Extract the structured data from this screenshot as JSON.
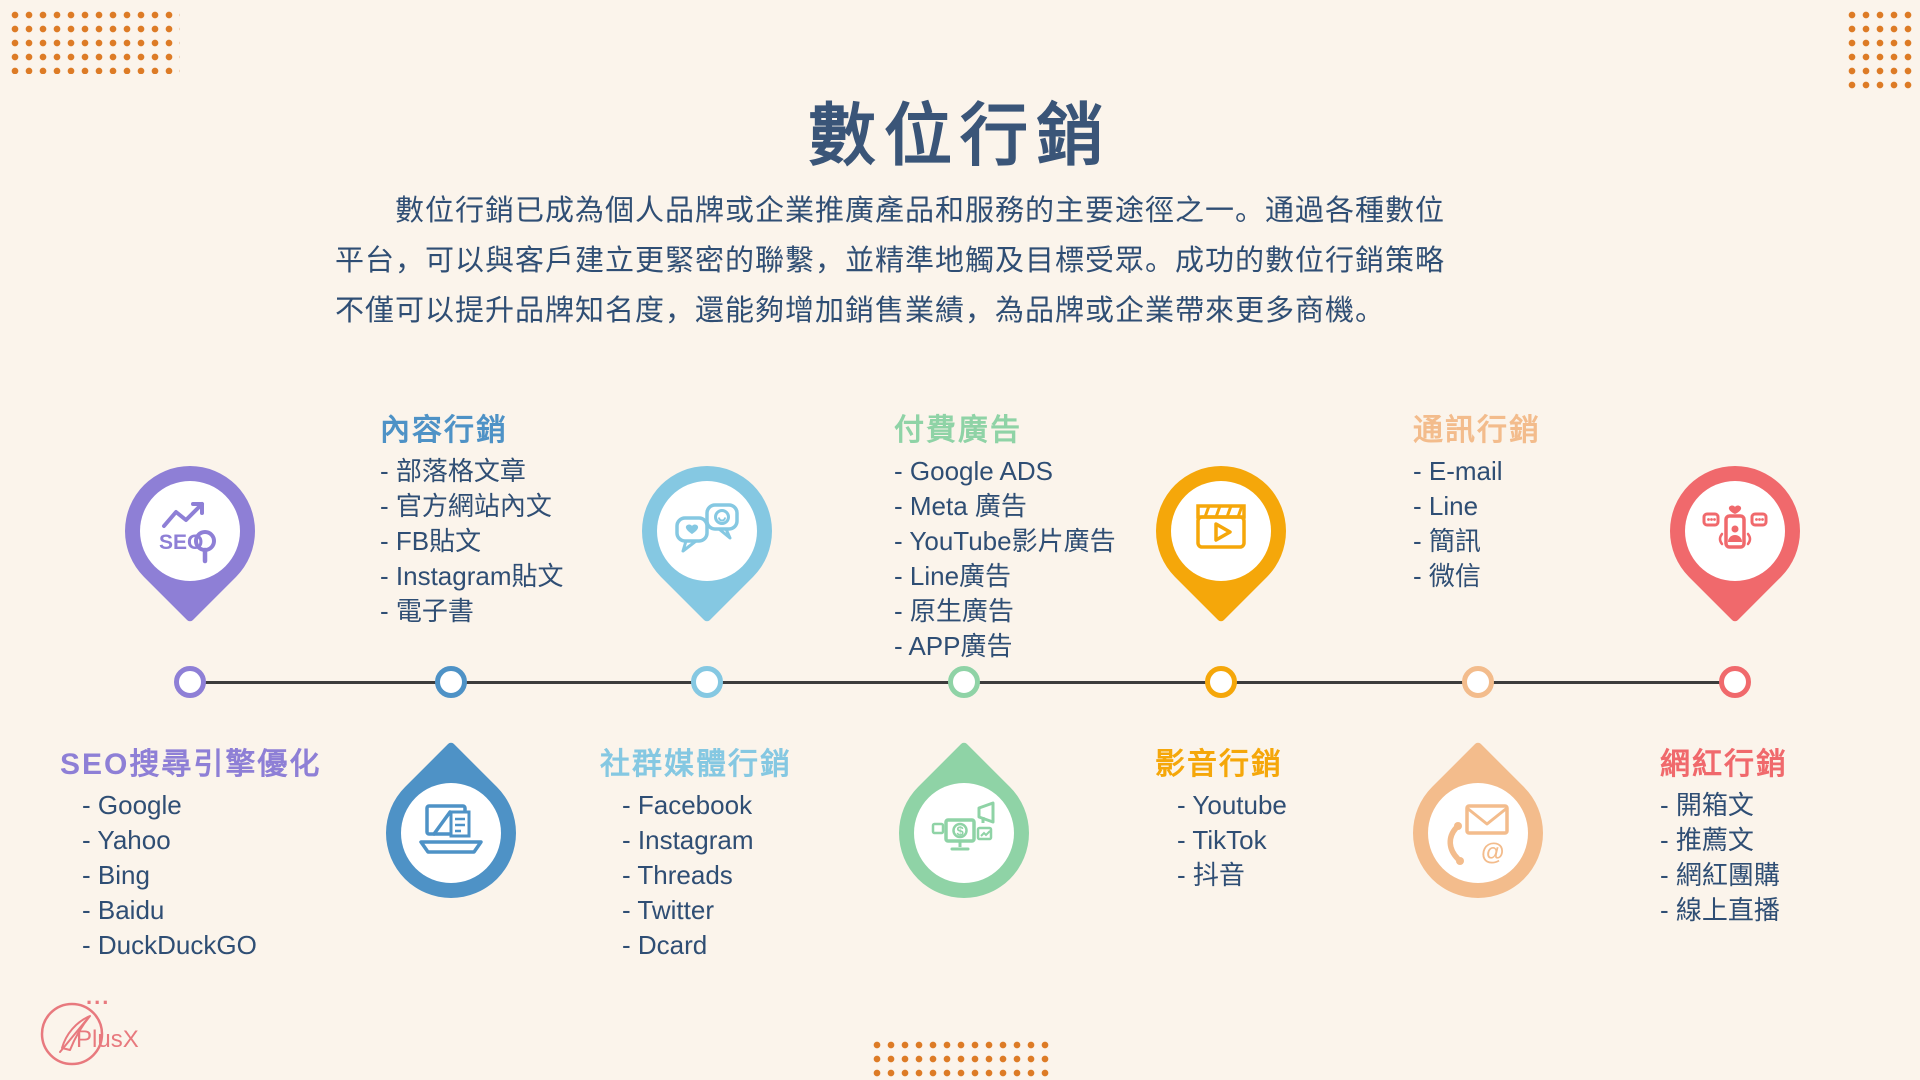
{
  "page": {
    "title": "數位行銷",
    "intro_lines": [
      "數位行銷已成為個人品牌或企業推廣產品和服務的主要途徑之一。通過各種數位",
      "平台，可以與客戶建立更緊密的聯繫，並精準地觸及目標受眾。成功的數位行銷策略",
      "不僅可以提升品牌知名度，還能夠增加銷售業績，為品牌或企業帶來更多商機。"
    ],
    "title_color": "#3A5578",
    "text_color": "#2F4E74",
    "background_color": "#FBF4EB",
    "accent_dots_color": "#DD7B25",
    "timeline_color": "#3C3C3C",
    "logo_dots": "...",
    "logo_text": "PlusX"
  },
  "nodes": [
    {
      "title": "SEO搜尋引擎優化",
      "color": "#8E7FD6",
      "icon": "seo-icon",
      "items": [
        "- Google",
        "- Yahoo",
        "- Bing",
        "- Baidu",
        "- DuckDuckGO"
      ]
    },
    {
      "title": "內容行銷",
      "color": "#4E92C6",
      "icon": "laptop-content-icon",
      "items": [
        "- 部落格文章",
        "- 官方網站內文",
        "- FB貼文",
        "- Instagram貼文",
        "- 電子書"
      ]
    },
    {
      "title": "社群媒體行銷",
      "color": "#85C8E2",
      "icon": "chat-bubbles-icon",
      "items": [
        "- Facebook",
        "- Instagram",
        "- Threads",
        "- Twitter",
        "- Dcard"
      ]
    },
    {
      "title": "付費廣告",
      "color": "#8FD3A6",
      "icon": "ads-monitor-icon",
      "items": [
        "- Google  ADS",
        "- Meta 廣告",
        "- YouTube影片廣告",
        "- Line廣告",
        "- 原生廣告",
        "- APP廣告"
      ]
    },
    {
      "title": "影音行銷",
      "color": "#F5A70A",
      "icon": "video-clapper-icon",
      "items": [
        "- Youtube",
        "- TikTok",
        "- 抖音"
      ]
    },
    {
      "title": "通訊行銷",
      "color": "#F3BC8C",
      "icon": "phone-mail-icon",
      "items": [
        "- E-mail",
        "- Line",
        "- 簡訊",
        "- 微信"
      ]
    },
    {
      "title": "網紅行銷",
      "color": "#F0696C",
      "icon": "influencer-phone-icon",
      "items": [
        "- 開箱文",
        "- 推薦文",
        "- 網紅團購",
        "- 線上直播"
      ]
    }
  ]
}
